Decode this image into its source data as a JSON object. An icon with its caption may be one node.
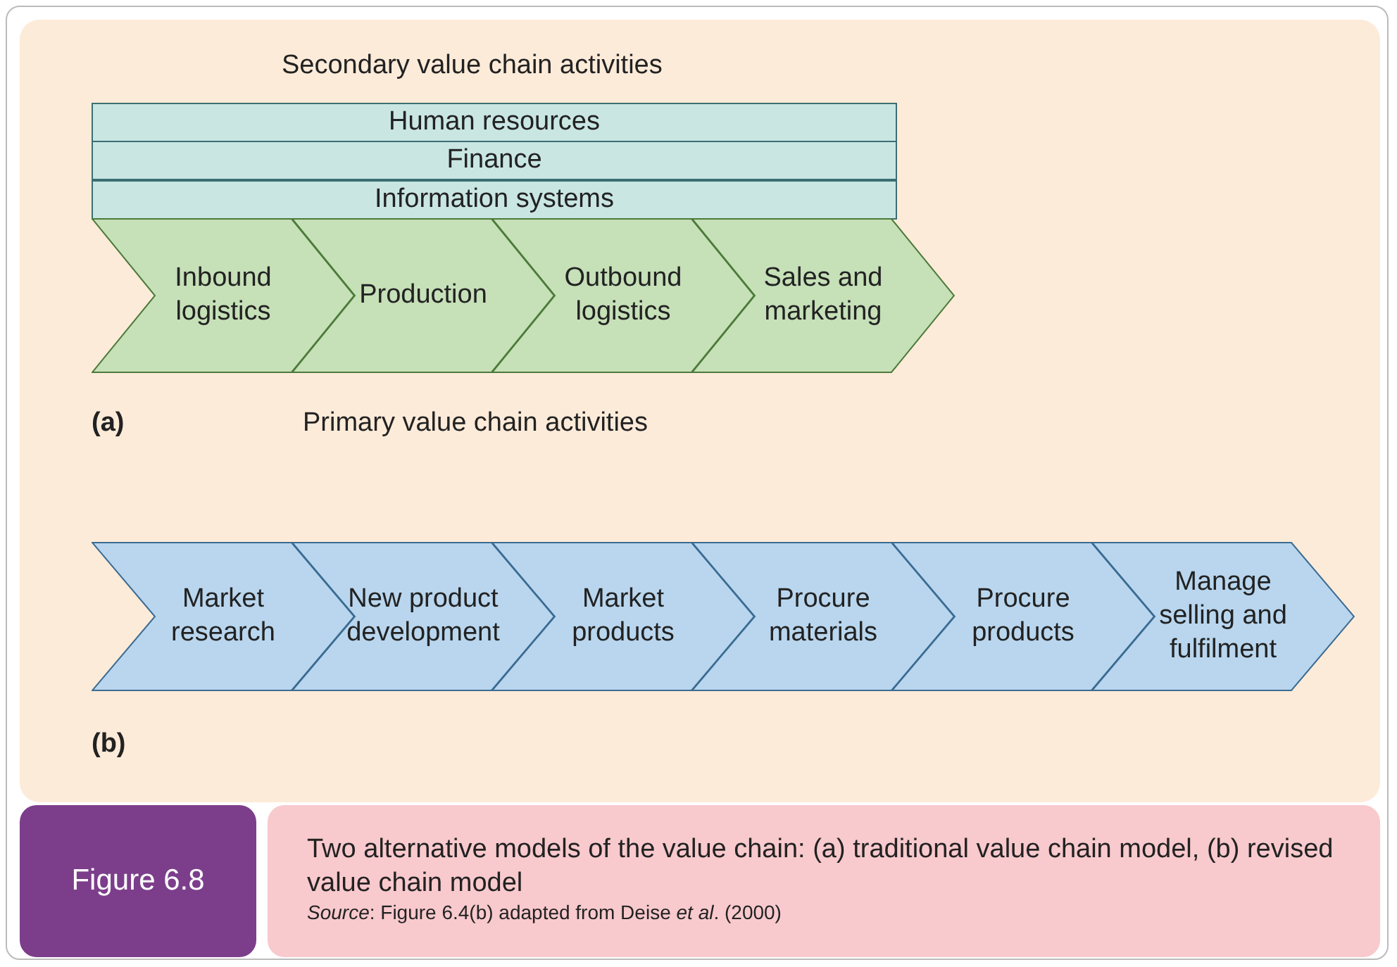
{
  "diagram": {
    "nodes": [
      {
        "text": [
          "Human resources"
        ]
      },
      {
        "text": [
          "Finance"
        ]
      },
      {
        "text": [
          "Information systems"
        ]
      },
      {
        "text": [
          "Inbound logistics"
        ]
      },
      {
        "text": [
          "Production"
        ]
      },
      {
        "text": [
          "Outbound logistics"
        ]
      },
      {
        "text": [
          "Sales and marketing"
        ]
      },
      {
        "text": [
          "Market research"
        ]
      },
      {
        "text": [
          "New product development"
        ]
      },
      {
        "text": [
          "Market products"
        ]
      },
      {
        "text": [
          "Procure materials"
        ]
      },
      {
        "text": [
          "Procure products"
        ]
      },
      {
        "text": [
          "Manage selling and fulfilment"
        ]
      },
      {
        "text": [
          "Figure 6.8"
        ]
      },
      {
        "text": [
          "Two alternative models of the value chain: (a) traditional value chain model, (b) revised value chain model",
          "*Source*: Figure 6.4(b) adapted from Deise *et al*. (2000)"
        ]
      }
    ],
    "edges": [],
    "labels": [
      "Secondary value chain activities",
      "(a)",
      "Primary value chain activities",
      "(b)"
    ]
  }
}
